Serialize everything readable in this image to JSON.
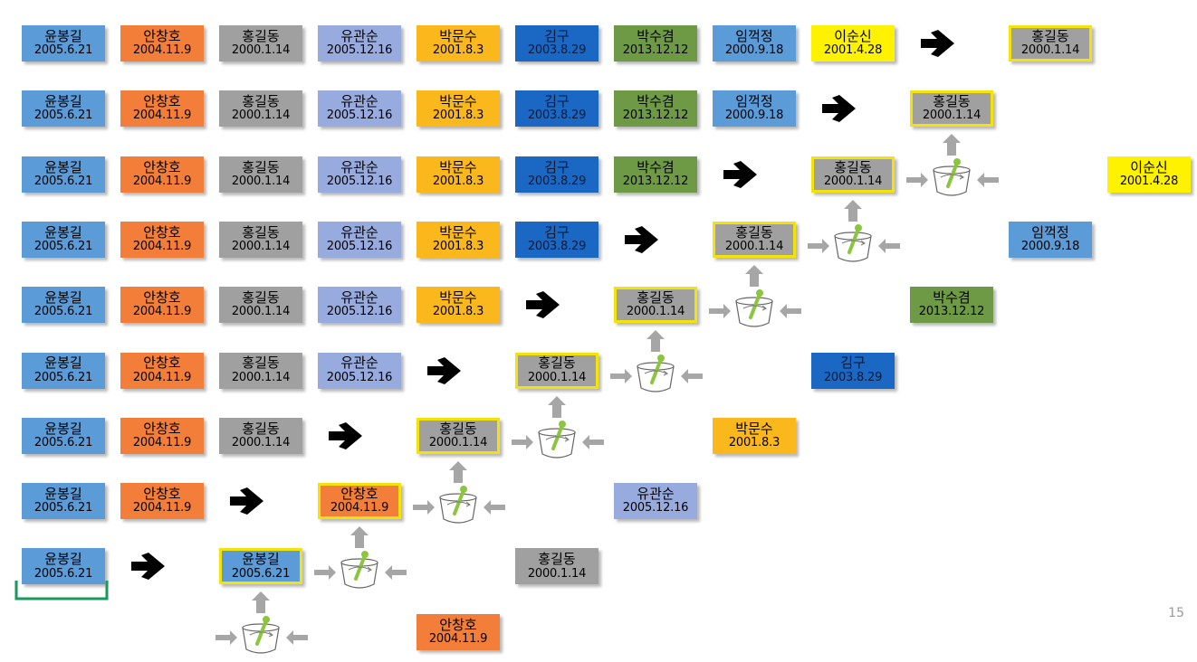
{
  "colors": {
    "blue": "#5a9bd8",
    "orange": "#f37e3a",
    "gray": "#a0a0a0",
    "lavender": "#98abdf",
    "amber": "#fbb81d",
    "darkblue": "#1b67c4",
    "green": "#6f9a45",
    "yellow": "#fff200",
    "highlight_border": "#f4e20b",
    "arrow_gray": "#a6a6a6",
    "stick_green": "#8cc63f",
    "bracket_green": "#1a9a5a"
  },
  "people": {
    "yun": {
      "name": "윤봉길",
      "date": "2005.6.21",
      "color": "blue"
    },
    "ahn": {
      "name": "안창호",
      "date": "2004.11.9",
      "color": "orange"
    },
    "hong": {
      "name": "홍길동",
      "date": "2000.1.14",
      "color": "gray"
    },
    "yu": {
      "name": "유관순",
      "date": "2005.12.16",
      "color": "lavender"
    },
    "park": {
      "name": "박문수",
      "date": "2001.8.3",
      "color": "amber"
    },
    "kim": {
      "name": "김구",
      "date": "2003.8.29",
      "color": "darkblue"
    },
    "parks": {
      "name": "박수겸",
      "date": "2013.12.12",
      "color": "green"
    },
    "lim": {
      "name": "임꺽정",
      "date": "2000.9.18",
      "color": "blue"
    },
    "lee": {
      "name": "이순신",
      "date": "2001.4.28",
      "color": "yellow"
    }
  },
  "rows": [
    {
      "prefix": [
        "yun",
        "ahn",
        "hong",
        "yu",
        "park",
        "kim",
        "parks",
        "lim",
        "lee"
      ],
      "result": "hong"
    },
    {
      "prefix": [
        "yun",
        "ahn",
        "hong",
        "yu",
        "park",
        "kim",
        "parks",
        "lim"
      ],
      "result": "hong",
      "incoming": "lee"
    },
    {
      "prefix": [
        "yun",
        "ahn",
        "hong",
        "yu",
        "park",
        "kim",
        "parks"
      ],
      "result": "hong",
      "incoming": "lim"
    },
    {
      "prefix": [
        "yun",
        "ahn",
        "hong",
        "yu",
        "park",
        "kim"
      ],
      "result": "hong",
      "incoming": "parks"
    },
    {
      "prefix": [
        "yun",
        "ahn",
        "hong",
        "yu",
        "park"
      ],
      "result": "hong",
      "incoming": "kim"
    },
    {
      "prefix": [
        "yun",
        "ahn",
        "hong",
        "yu"
      ],
      "result": "hong",
      "incoming": "park"
    },
    {
      "prefix": [
        "yun",
        "ahn",
        "hong"
      ],
      "result": "hong",
      "incoming": "yu"
    },
    {
      "prefix": [
        "yun",
        "ahn"
      ],
      "result": "ahn",
      "incoming": "hong"
    },
    {
      "prefix": [
        "yun"
      ],
      "result": "yun",
      "incoming": "ahn"
    }
  ],
  "page_number": "15"
}
